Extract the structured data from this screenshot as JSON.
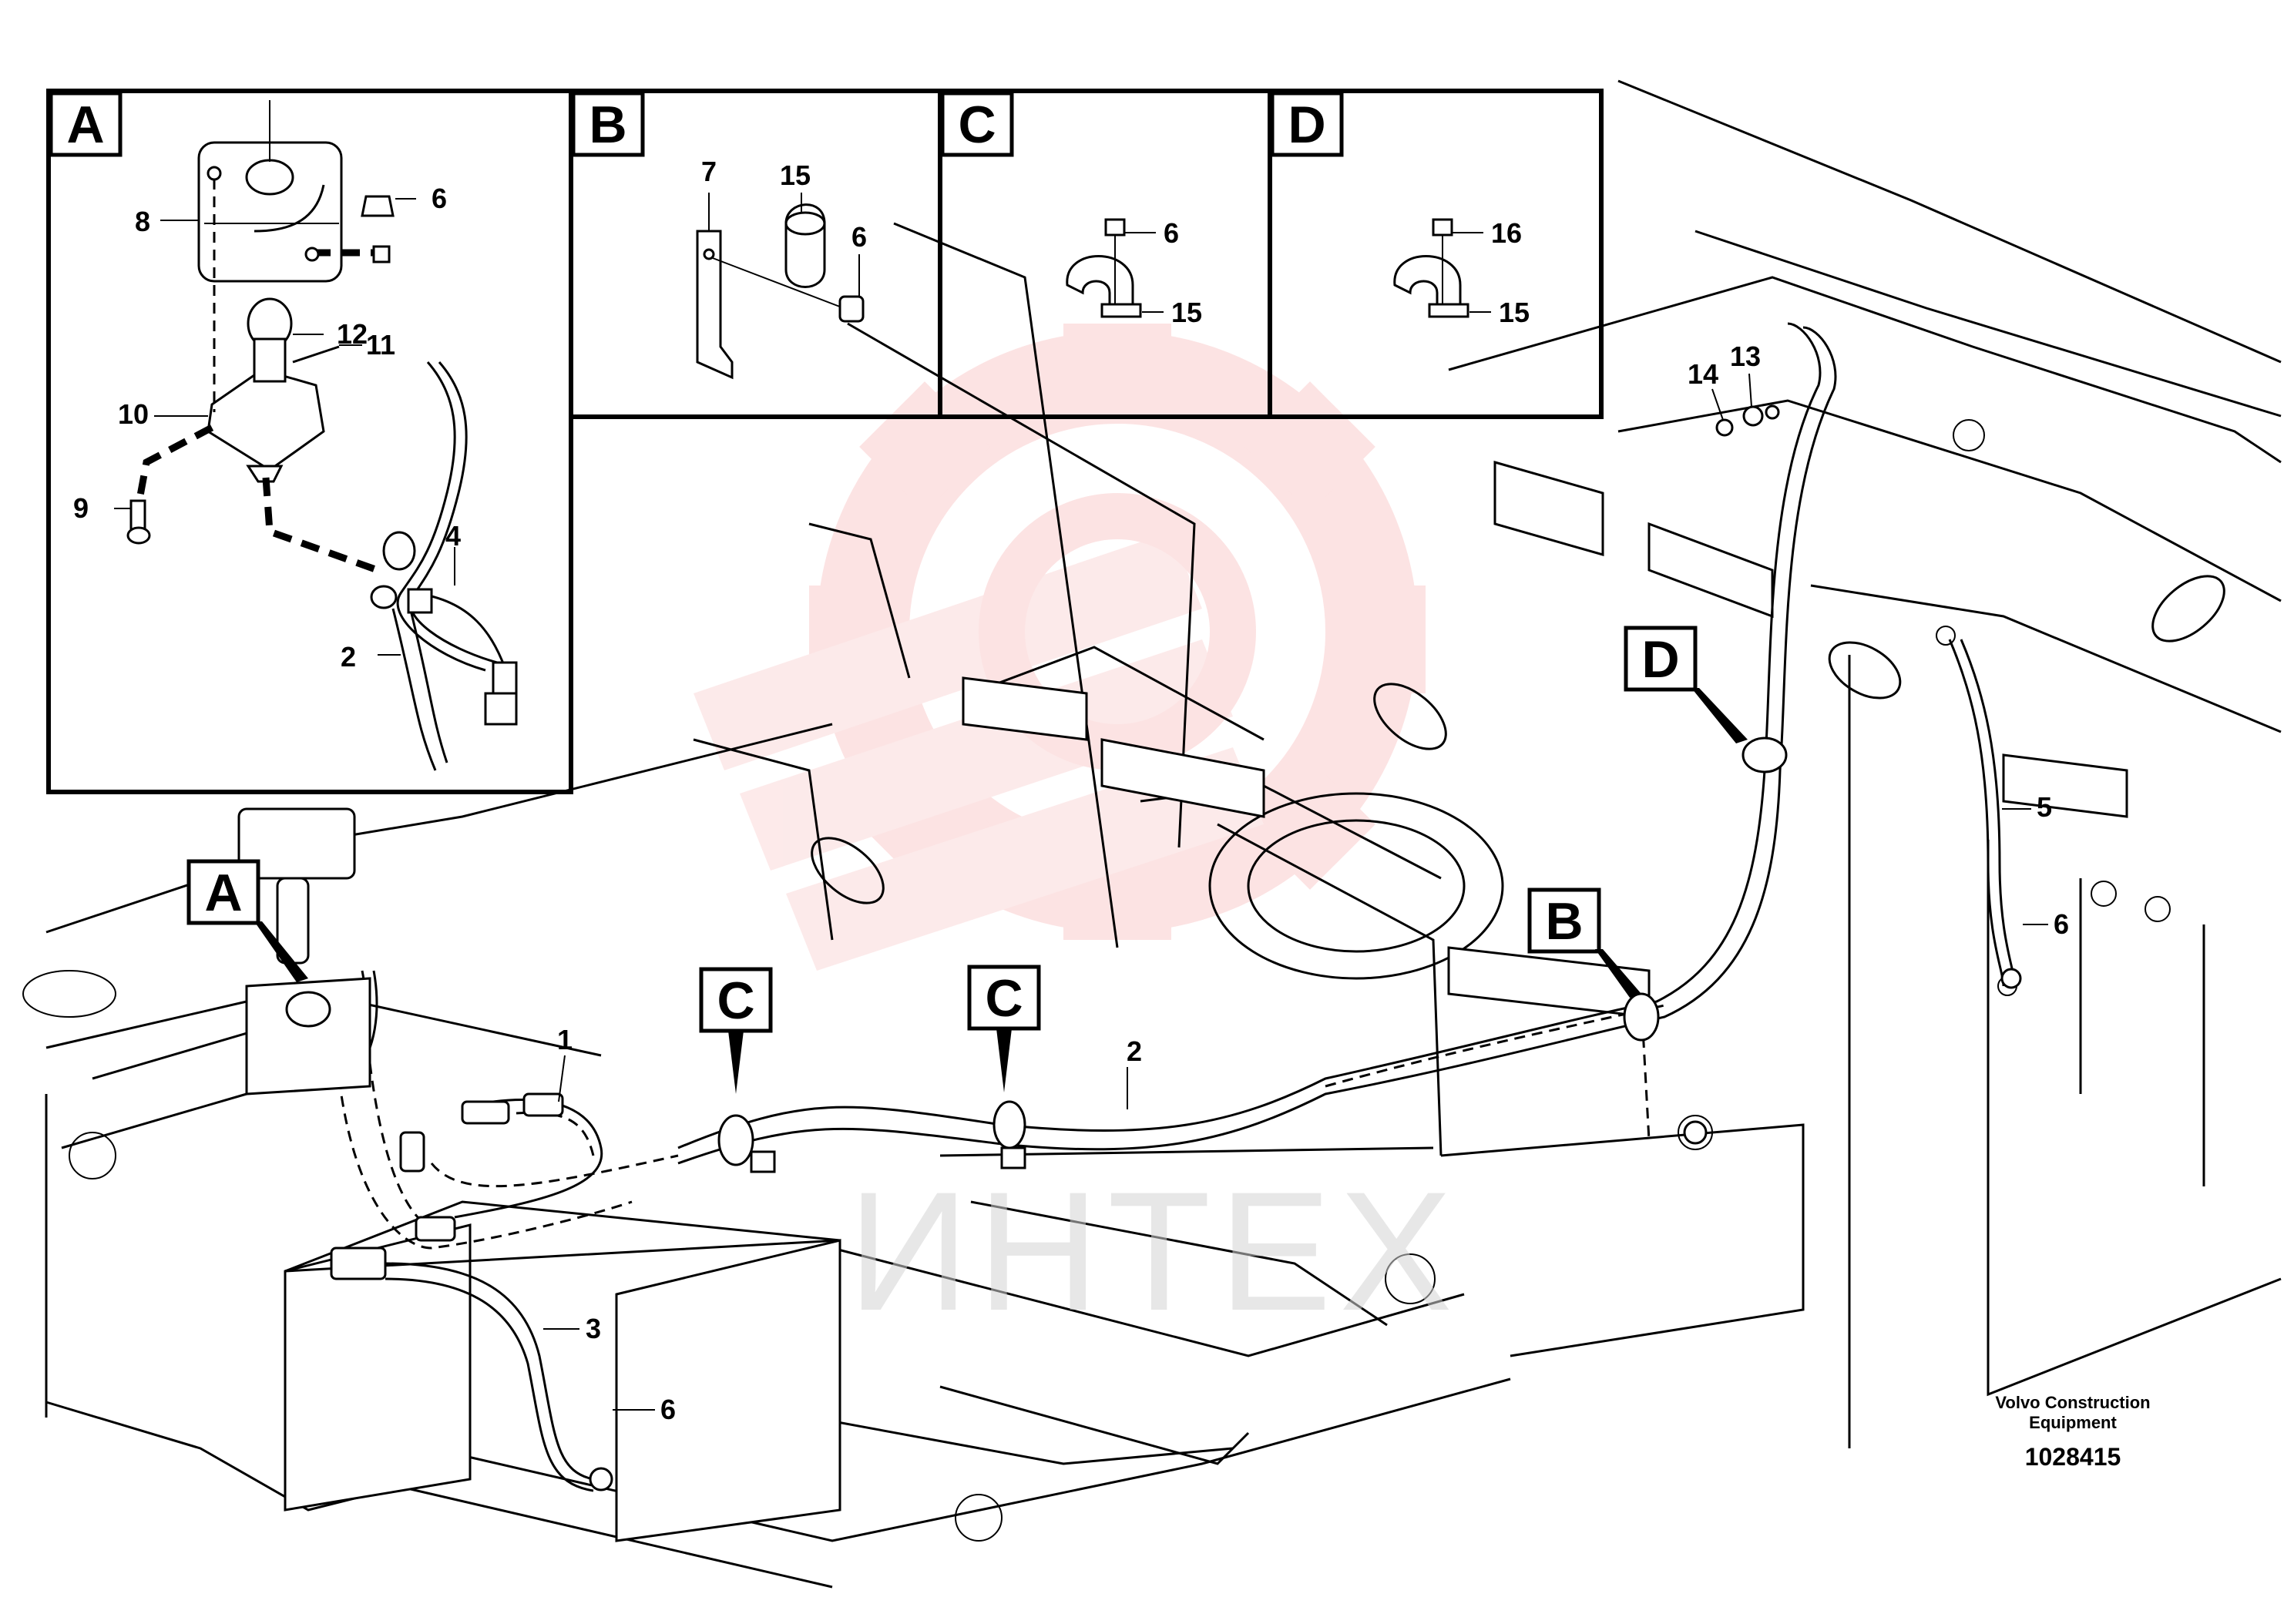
{
  "diagram": {
    "view_letters": [
      "A",
      "B",
      "C",
      "D"
    ],
    "callout_letters": [
      "A",
      "C",
      "C",
      "B",
      "D"
    ],
    "labels": {
      "n1": "1",
      "n2": "2",
      "n3": "3",
      "n4": "4",
      "n5": "5",
      "n6": "6",
      "n7": "7",
      "n8": "8",
      "n9": "9",
      "n10": "10",
      "n11": "11",
      "n12": "12",
      "n13": "13",
      "n14": "14",
      "n15": "15",
      "n16": "16"
    },
    "manufacturer": "Volvo Construction",
    "manufacturer_line2": "Equipment",
    "document_number": "1028415",
    "watermark_text": "ИНТЕХ"
  },
  "colors": {
    "line": "#000000",
    "watermark_logo": "#f7b0b0",
    "watermark_text": "#d4d4d4"
  }
}
